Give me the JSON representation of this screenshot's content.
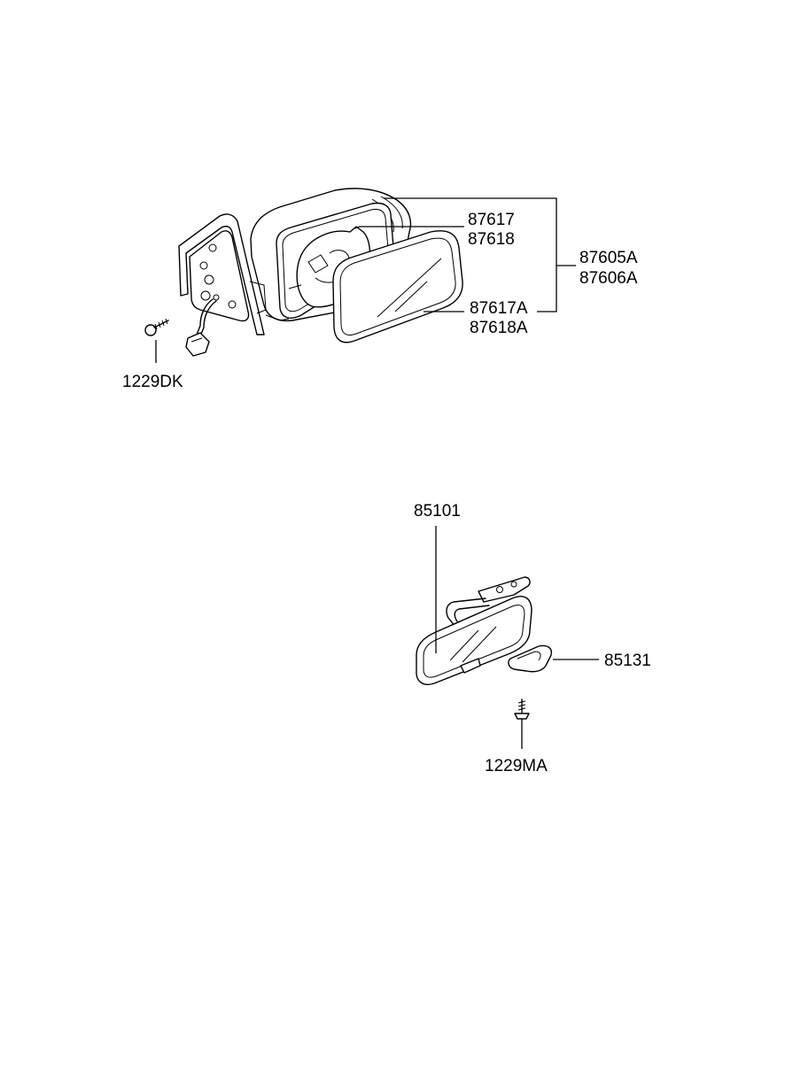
{
  "labels": {
    "p87617": "87617",
    "p87618": "87618",
    "p87605A": "87605A",
    "p87606A": "87606A",
    "p87617A": "87617A",
    "p87618A": "87618A",
    "p1229DK": "1229DK",
    "p85101": "85101",
    "p85131": "85131",
    "p1229MA": "1229MA"
  }
}
